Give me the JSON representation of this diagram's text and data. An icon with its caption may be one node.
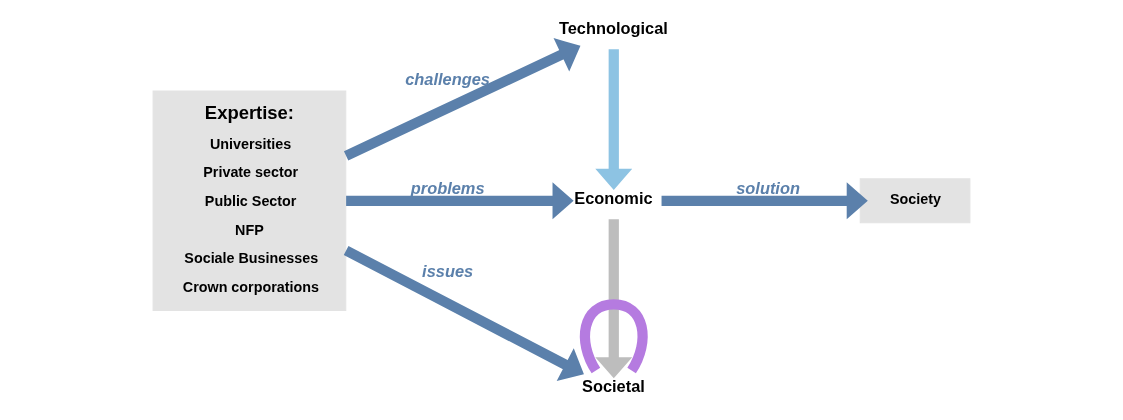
{
  "diagram": {
    "nodes": [
      {
        "text": [
          "Expertise:",
          "Universities",
          "Private sector",
          "Public Sector",
          "NFP",
          "Sociale Businesses",
          "Crown corporations"
        ]
      },
      {
        "text": [
          "Technological"
        ]
      },
      {
        "text": [
          "Economic"
        ]
      },
      {
        "text": [
          "Societal"
        ]
      },
      {
        "text": [
          "Society"
        ]
      }
    ],
    "edges": [
      {
        "from": 0,
        "to": 1,
        "arrow": "to",
        "label": "challenges"
      },
      {
        "from": 0,
        "to": 2,
        "arrow": "to",
        "label": "problems"
      },
      {
        "from": 0,
        "to": 3,
        "arrow": "to",
        "label": "issues"
      },
      {
        "from": 1,
        "to": 2,
        "arrow": "to",
        "color": "#8dc3e3"
      },
      {
        "from": 2,
        "to": 3,
        "arrow": "to",
        "color": "#bdbdbd"
      },
      {
        "from": 3,
        "to": 3,
        "arrow": "none",
        "color": "#b57be0"
      },
      {
        "from": 2,
        "to": 4,
        "arrow": "to",
        "label": "solution"
      }
    ]
  }
}
